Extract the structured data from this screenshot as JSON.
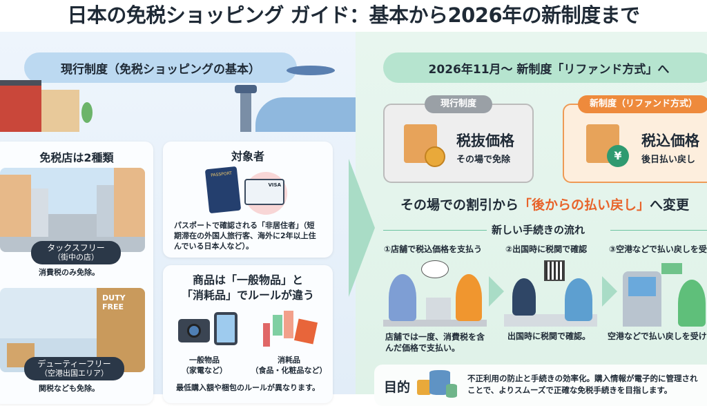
{
  "title": "日本の免税ショッピング ガイド：基本から2026年の新制度まで",
  "left": {
    "header": "現行制度（免税ショッピングの基本）",
    "shop_types": {
      "title": "免税店は2種類",
      "tax_free": {
        "label": "タックスフリー",
        "sub": "（街中の店）",
        "desc": "消費税のみ免除。"
      },
      "duty_free": {
        "label": "デューティーフリー",
        "sub": "（空港出国エリア）",
        "desc": "関税なども免除。",
        "sign": "DUTY FREE"
      }
    },
    "eligible": {
      "title": "対象者",
      "passport": "PASSPORT",
      "visa": "VISA",
      "desc": "パスポートで確認される「非居住者」（短期滞在の外国人旅行客、海外に2年以上住んでいる日本人など）。"
    },
    "goods": {
      "title_1": "商品は「一般物品」と",
      "title_2": "「消耗品」でルールが違う",
      "general": {
        "label": "一般物品",
        "sub": "（家電など）"
      },
      "consumable": {
        "label": "消耗品",
        "sub": "（食品・化粧品など）"
      },
      "desc": "最低購入額や梱包のルールが異なります。"
    }
  },
  "right": {
    "header": "2026年11月～ 新制度「リファンド方式」へ",
    "current": {
      "badge": "現行制度",
      "main": "税抜価格",
      "sub": "その場で免除"
    },
    "new": {
      "badge": "新制度（リファンド方式）",
      "main": "税込価格",
      "sub": "後日払い戻し",
      "yen": "¥"
    },
    "headline_pre": "その場での割引から",
    "headline_em": "「後からの払い戻し」",
    "headline_post": "へ変更",
    "flow_title": "新しい手続きの流れ",
    "steps": [
      {
        "title": "①店舗で税込価格を支払う",
        "desc": "店舗では一度、消費税を含んだ価格で支払い。"
      },
      {
        "title": "②出国時に税関で確認",
        "desc": "出国時に税関で確認。"
      },
      {
        "title": "③空港などで払い戻しを受",
        "desc": "空港などで払い戻しを受け"
      }
    ],
    "purpose": {
      "label": "目的",
      "text": "不正利用の防止と手続きの効率化。購入情報が電子的に管理され",
      "text2": "ことで、よりスムーズで正確な免税手続きを目指します。"
    }
  },
  "colors": {
    "accent_orange": "#e8632a",
    "green": "#9fd8bf",
    "blue": "#bcd9f1"
  }
}
